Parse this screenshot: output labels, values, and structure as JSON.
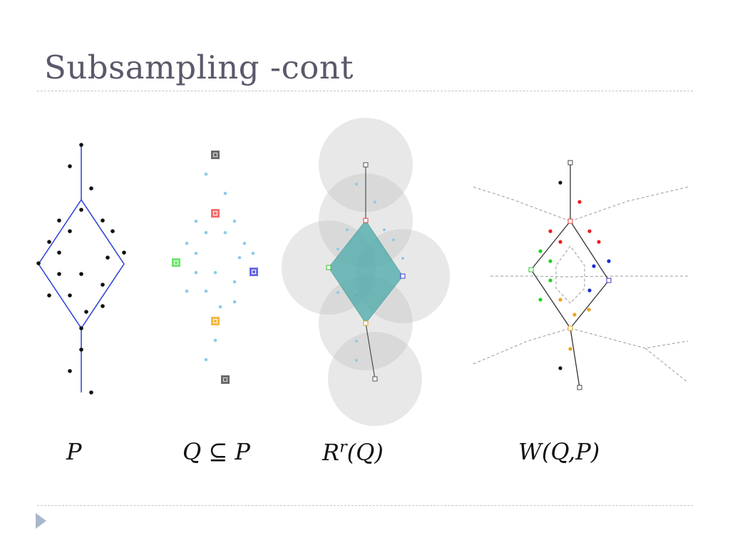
{
  "slide": {
    "title": "Subsampling -cont"
  },
  "captions": {
    "p": "P",
    "q_subset_p": "Q ⊆ P",
    "r_q": "Rr(Q)",
    "w_q_p": "W(Q,P)"
  },
  "colors": {
    "title": "#59596a",
    "graph_blue": "#2b3fd6",
    "sample_light_blue": "#8dcbe8",
    "cover_teal": "#4aa8a8",
    "ball_gray": "#d9d9d9",
    "sample_red": "#f07070",
    "sample_green": "#6ee86e",
    "sample_blue": "#6a6ae6",
    "sample_orange": "#f5b942",
    "sample_gray": "#6b6b6b"
  },
  "icons": {
    "nav": "next-slide-triangle-icon"
  }
}
